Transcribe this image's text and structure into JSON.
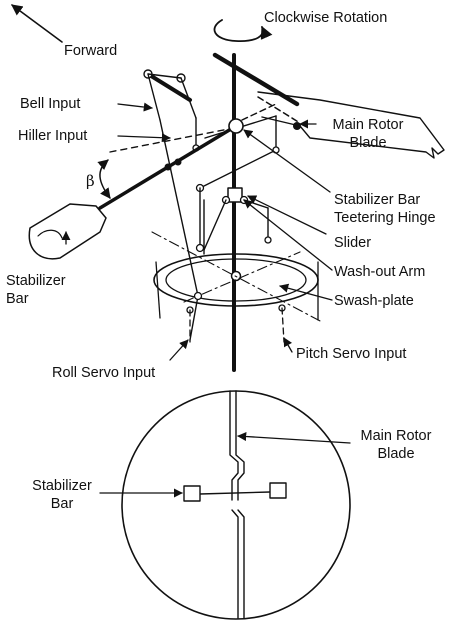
{
  "top_diagram": {
    "labels": {
      "forward": "Forward",
      "clockwise_rotation": "Clockwise Rotation",
      "bell_input": "Bell Input",
      "hiller_input": "Hiller Input",
      "beta": "β",
      "main_rotor_blade_line1": "Main Rotor",
      "main_rotor_blade_line2": "Blade",
      "stabilizer_bar_line1": "Stabilizer",
      "stabilizer_bar_line2": "Bar",
      "stabilizer_bar_teetering_hinge_line1": "Stabilizer Bar",
      "stabilizer_bar_teetering_hinge_line2": "Teetering Hinge",
      "slider": "Slider",
      "wash_out_arm": "Wash-out Arm",
      "swash_plate": "Swash-plate",
      "roll_servo_input": "Roll Servo Input",
      "pitch_servo_input": "Pitch Servo Input"
    }
  },
  "top_view": {
    "labels": {
      "main_rotor_blade_line1": "Main Rotor",
      "main_rotor_blade_line2": "Blade",
      "stabilizer_bar_line1": "Stabilizer",
      "stabilizer_bar_line2": "Bar"
    }
  }
}
